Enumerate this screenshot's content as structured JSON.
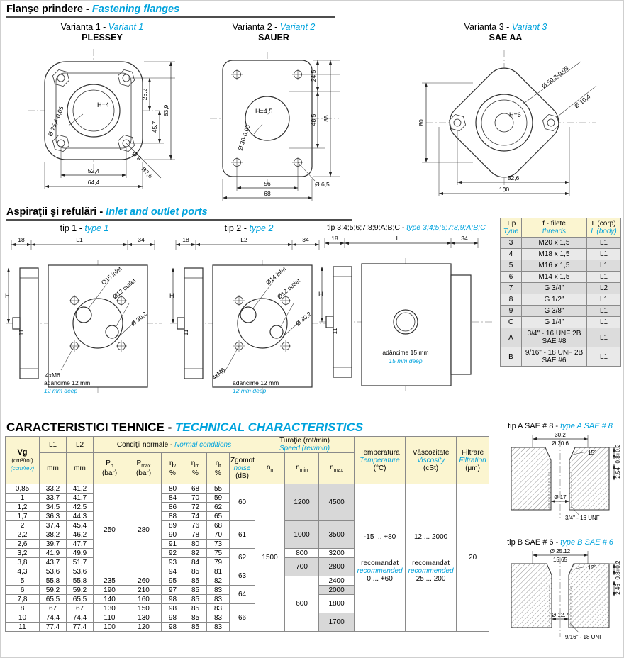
{
  "accent_color": "#00a3dd",
  "flanges": {
    "title_ro": "Flanşe prindere - ",
    "title_en": "Fastening flanges",
    "v1": {
      "variant_ro": "Varianta 1 - ",
      "variant_en": "Variant 1",
      "brand": "PLESSEY",
      "h": "H=4",
      "pilot": "Ø 25,4-0,05",
      "hole": "Ø 9",
      "radius": "R3,6",
      "dim_top": "26,2",
      "dim_mid": "45,7",
      "dim_total": "83,9",
      "dim_b1": "52,4",
      "dim_b2": "64,4"
    },
    "v2": {
      "variant_ro": "Varianta 2 - ",
      "variant_en": "Variant 2",
      "brand": "SAUER",
      "h": "H=4,5",
      "pilot": "Ø 30-0,05",
      "hole": "Ø 6,5",
      "dim_top": "24,5",
      "dim_mid": "48,5",
      "dim_total": "85",
      "dim_b1": "56",
      "dim_b2": "68"
    },
    "v3": {
      "variant_ro": "Varianta 3 - ",
      "variant_en": "Variant 3",
      "brand": "SAE AA",
      "h": "H=6",
      "pilot": "Ø 50,8-0,05",
      "hole": "Ø 10,4",
      "dim_left": "80",
      "dim_b1": "82,6",
      "dim_b2": "100"
    }
  },
  "ports": {
    "title_ro": "Aspiraţii şi refulări - ",
    "title_en": "Inlet and outlet ports",
    "t1": {
      "label_ro": "tip 1 - ",
      "label_en": "type 1",
      "d18": "18",
      "dl": "L1",
      "d34": "34",
      "h": "H",
      "d11": "11",
      "inlet": "Ø15 inlet",
      "outlet": "Ø12 outlet",
      "pilot": "Ø 30,2",
      "bolts": "4xM6",
      "depth_ro": "adâncime 12 mm",
      "depth_en": "12 mm deep"
    },
    "t2": {
      "label_ro": "tip 2 - ",
      "label_en": "type 2",
      "d18": "18",
      "dl": "L2",
      "d34": "34",
      "h": "H",
      "d11": "11",
      "inlet": "Ø14 inlet",
      "outlet": "Ø12 outlet",
      "pilot": "Ø 30,2",
      "bolts": "4xM6",
      "depth_ro": "adâncime 12 mm",
      "depth_en": "12 mm deep"
    },
    "t3": {
      "label_ro": "tip 3;4;5;6;7;8;9;A;B;C - ",
      "label_en": "type 3;4;5;6;7;8;9;A;B;C",
      "d18": "18",
      "dl": "L",
      "d34": "34",
      "h": "H",
      "d11": "11",
      "depth_ro": "adâncime 15 mm",
      "depth_en": "15 mm deep"
    }
  },
  "threads_table": {
    "head": [
      [
        {
          "name": "header-tip",
          "lines": [
            {
              "t": "Tip"
            },
            {
              "t": "Type",
              "ac": 1
            }
          ]
        },
        {
          "name": "header-threads",
          "lines": [
            {
              "t": "f - filete"
            },
            {
              "t": "threads",
              "ac": 1
            }
          ]
        },
        {
          "name": "header-body-length",
          "lines": [
            {
              "t": "L (corp)"
            },
            {
              "t": "L (body)",
              "ac": 1
            }
          ]
        }
      ]
    ],
    "rows": [
      [
        {
          "t": "3"
        },
        {
          "t": "M20 x 1,5"
        },
        {
          "t": "L1"
        }
      ],
      [
        {
          "t": "4"
        },
        {
          "t": "M18 x 1,5"
        },
        {
          "t": "L1"
        }
      ],
      [
        {
          "t": "5"
        },
        {
          "t": "M16 x 1,5"
        },
        {
          "t": "L1"
        }
      ],
      [
        {
          "t": "6"
        },
        {
          "t": "M14 x 1,5"
        },
        {
          "t": "L1"
        }
      ],
      [
        {
          "t": "7"
        },
        {
          "t": "G 3/4\""
        },
        {
          "t": "L2"
        }
      ],
      [
        {
          "t": "8"
        },
        {
          "t": "G 1/2\""
        },
        {
          "t": "L1"
        }
      ],
      [
        {
          "t": "9"
        },
        {
          "t": "G 3/8\""
        },
        {
          "t": "L1"
        }
      ],
      [
        {
          "t": "C"
        },
        {
          "t": "G 1/4\""
        },
        {
          "t": "L1"
        }
      ],
      [
        {
          "t": "A"
        },
        {
          "lines": [
            {
              "t": "3/4\" - 16 UNF 2B"
            },
            {
              "t": "SAE #8"
            }
          ]
        },
        {
          "t": "L1"
        }
      ],
      [
        {
          "t": "B"
        },
        {
          "lines": [
            {
              "t": "9/16\" - 18 UNF 2B"
            },
            {
              "t": "SAE #6"
            }
          ]
        },
        {
          "t": "L1"
        }
      ]
    ]
  },
  "tech": {
    "title_ro": "CARACTERISTICI TEHNICE - ",
    "title_en": "TECHNICAL CHARACTERISTICS"
  },
  "tech_table": {
    "head": [
      [
        {
          "name": "header-vg",
          "rs": 2,
          "lines": [
            {
              "t": "Vg",
              "b": 1
            },
            {
              "t": "(cm³/rot)",
              "sm": 1
            },
            {
              "t": "(ccm/rev)",
              "sm": 1,
              "ac": 1
            }
          ]
        },
        {
          "name": "header-l1",
          "t": "L1"
        },
        {
          "name": "header-l2",
          "t": "L2"
        },
        {
          "name": "header-normal-conditions",
          "cs": 6,
          "lines": [
            {
              "t": "Condiţii normale - ",
              "t2": "Normal conditions"
            }
          ]
        },
        {
          "name": "header-speed",
          "cs": 3,
          "lines": [
            {
              "t": "Turaţie (rot/min)"
            },
            {
              "t": "Speed (rev/min)",
              "ac": 1
            }
          ]
        },
        {
          "name": "header-temperature",
          "rs": 2,
          "lines": [
            {
              "t": "Temperatura"
            },
            {
              "t": "Temperature",
              "ac": 1
            },
            {
              "t": "(°C)"
            }
          ]
        },
        {
          "name": "header-viscosity",
          "rs": 2,
          "lines": [
            {
              "t": "Vâscozitate"
            },
            {
              "t": "Viscosity",
              "ac": 1
            },
            {
              "t": "(cSt)"
            }
          ]
        },
        {
          "name": "header-filtration",
          "rs": 2,
          "lines": [
            {
              "t": "Filtrare"
            },
            {
              "t": "Filtration",
              "ac": 1
            },
            {
              "t": "(μm)"
            }
          ]
        }
      ],
      [
        {
          "name": "header-l1-unit",
          "t": "mm"
        },
        {
          "name": "header-l2-unit",
          "t": "mm"
        },
        {
          "name": "header-pn",
          "base": "P",
          "sub": "n",
          "unit": "(bar)"
        },
        {
          "name": "header-pmax",
          "base": "P",
          "sub": "max",
          "unit": "(bar)"
        },
        {
          "name": "header-eta-v",
          "base": "η",
          "sub": "v",
          "unit": "%"
        },
        {
          "name": "header-eta-m",
          "base": "η",
          "sub": "m",
          "unit": "%"
        },
        {
          "name": "header-eta-t",
          "base": "η",
          "sub": "t",
          "unit": "%"
        },
        {
          "name": "header-noise",
          "lines": [
            {
              "t": "Zgomot"
            },
            {
              "t": "noise",
              "ac": 1
            },
            {
              "t": "(dB)"
            }
          ]
        },
        {
          "name": "header-nn",
          "base": "n",
          "sub": "n"
        },
        {
          "name": "header-nmin",
          "base": "n",
          "sub": "min"
        },
        {
          "name": "header-nmax",
          "base": "n",
          "sub": "max"
        }
      ]
    ],
    "rows": [
      [
        {
          "t": "0,85"
        },
        {
          "t": "33,2"
        },
        {
          "t": "41,2"
        },
        {
          "t": "250",
          "rs": 10
        },
        {
          "t": "280",
          "rs": 10
        },
        {
          "t": "80"
        },
        {
          "t": "68"
        },
        {
          "t": "55"
        },
        {
          "t": "60",
          "rs": 4
        },
        {
          "t": "1500",
          "rs": 16,
          "name": "nn-cell"
        },
        {
          "t": "1200",
          "rs": 4,
          "shade": 1
        },
        {
          "t": "4500",
          "rs": 4,
          "shade": 1
        },
        {
          "rs": 16,
          "name": "temperature-cell",
          "lines": [
            {
              "t": "-15 ... +80",
              "mb": 1
            },
            {
              "t": "recomandat"
            },
            {
              "t": "recommended",
              "ac": 1
            },
            {
              "t": "0 ... +60"
            }
          ]
        },
        {
          "rs": 16,
          "name": "viscosity-cell",
          "lines": [
            {
              "t": "12 ... 2000",
              "mb": 1
            },
            {
              "t": "recomandat"
            },
            {
              "t": "recommended",
              "ac": 1
            },
            {
              "t": "25 ... 200"
            }
          ]
        },
        {
          "t": "20",
          "rs": 16,
          "name": "filtration-cell"
        }
      ],
      [
        {
          "t": "1"
        },
        {
          "t": "33,7"
        },
        {
          "t": "41,7"
        },
        {
          "t": "84"
        },
        {
          "t": "70"
        },
        {
          "t": "59"
        }
      ],
      [
        {
          "t": "1,2"
        },
        {
          "t": "34,5"
        },
        {
          "t": "42,5"
        },
        {
          "t": "86"
        },
        {
          "t": "72"
        },
        {
          "t": "62"
        }
      ],
      [
        {
          "t": "1,7"
        },
        {
          "t": "36,3"
        },
        {
          "t": "44,3"
        },
        {
          "t": "88"
        },
        {
          "t": "74"
        },
        {
          "t": "65"
        }
      ],
      [
        {
          "t": "2"
        },
        {
          "t": "37,4"
        },
        {
          "t": "45,4"
        },
        {
          "t": "89"
        },
        {
          "t": "76"
        },
        {
          "t": "68"
        },
        {
          "t": "61",
          "rs": 3
        },
        {
          "t": "1000",
          "rs": 3,
          "shade": 1
        },
        {
          "t": "3500",
          "rs": 3,
          "shade": 1
        }
      ],
      [
        {
          "t": "2,2"
        },
        {
          "t": "38,2"
        },
        {
          "t": "46,2"
        },
        {
          "t": "90"
        },
        {
          "t": "78"
        },
        {
          "t": "70"
        }
      ],
      [
        {
          "t": "2,6"
        },
        {
          "t": "39,7"
        },
        {
          "t": "47,7"
        },
        {
          "t": "91"
        },
        {
          "t": "80"
        },
        {
          "t": "73"
        }
      ],
      [
        {
          "t": "3,2"
        },
        {
          "t": "41,9"
        },
        {
          "t": "49,9"
        },
        {
          "t": "92"
        },
        {
          "t": "82"
        },
        {
          "t": "75"
        },
        {
          "t": "62",
          "rs": 2
        },
        {
          "t": "800"
        },
        {
          "t": "3200"
        }
      ],
      [
        {
          "t": "3,8"
        },
        {
          "t": "43,7"
        },
        {
          "t": "51,7"
        },
        {
          "t": "93"
        },
        {
          "t": "84"
        },
        {
          "t": "79"
        },
        {
          "t": "700",
          "rs": 2,
          "shade": 1
        },
        {
          "t": "2800",
          "rs": 2,
          "shade": 1
        }
      ],
      [
        {
          "t": "4,3"
        },
        {
          "t": "53,6"
        },
        {
          "t": "53,6"
        },
        {
          "t": "94"
        },
        {
          "t": "85"
        },
        {
          "t": "81"
        },
        {
          "t": "63",
          "rs": 2
        }
      ],
      [
        {
          "t": "5"
        },
        {
          "t": "55,8"
        },
        {
          "t": "55,8"
        },
        {
          "t": "235"
        },
        {
          "t": "260"
        },
        {
          "t": "95"
        },
        {
          "t": "85"
        },
        {
          "t": "82"
        },
        {
          "t": "600",
          "rs": 6
        },
        {
          "t": "2400"
        }
      ],
      [
        {
          "t": "6"
        },
        {
          "t": "59,2"
        },
        {
          "t": "59,2"
        },
        {
          "t": "190"
        },
        {
          "t": "210"
        },
        {
          "t": "97"
        },
        {
          "t": "85"
        },
        {
          "t": "83"
        },
        {
          "t": "64",
          "rs": 2
        },
        {
          "t": "2000",
          "shade": 1
        }
      ],
      [
        {
          "t": "7,8"
        },
        {
          "t": "65,5"
        },
        {
          "t": "65,5"
        },
        {
          "t": "140"
        },
        {
          "t": "160"
        },
        {
          "t": "98"
        },
        {
          "t": "85"
        },
        {
          "t": "83"
        },
        {
          "t": "1800",
          "rs": 2
        }
      ],
      [
        {
          "t": "8"
        },
        {
          "t": "67"
        },
        {
          "t": "67"
        },
        {
          "t": "130"
        },
        {
          "t": "150"
        },
        {
          "t": "98"
        },
        {
          "t": "85"
        },
        {
          "t": "83"
        },
        {
          "t": "66",
          "rs": 3
        }
      ],
      [
        {
          "t": "10"
        },
        {
          "t": "74,4"
        },
        {
          "t": "74,4"
        },
        {
          "t": "110"
        },
        {
          "t": "130"
        },
        {
          "t": "98"
        },
        {
          "t": "85"
        },
        {
          "t": "83"
        },
        {
          "t": "1700",
          "rs": 2,
          "shade": 1
        }
      ],
      [
        {
          "t": "11"
        },
        {
          "t": "77,4"
        },
        {
          "t": "77,4"
        },
        {
          "t": "100"
        },
        {
          "t": "120"
        },
        {
          "t": "98"
        },
        {
          "t": "85"
        },
        {
          "t": "83"
        }
      ]
    ]
  },
  "sae": {
    "a": {
      "title_ro": "tip A   SAE # 8 - ",
      "title_en": "type A   SAE # 8",
      "d1": "30.2",
      "d2": "Ø 20.6",
      "angle": "15°",
      "d3": "0.8+0.2",
      "d4": "2.54",
      "bore": "Ø 17",
      "thread": "3/4\" - 16 UNF"
    },
    "b": {
      "title_ro": "tip B   SAE # 6 - ",
      "title_en": "type B   SAE # 6",
      "d1": "Ø 25.12",
      "d2": "15.65",
      "angle": "12°",
      "d3": "0.8+0.2",
      "d4": "2.46",
      "bore": "Ø 12.7",
      "thread": "9/16\" - 18 UNF"
    }
  }
}
